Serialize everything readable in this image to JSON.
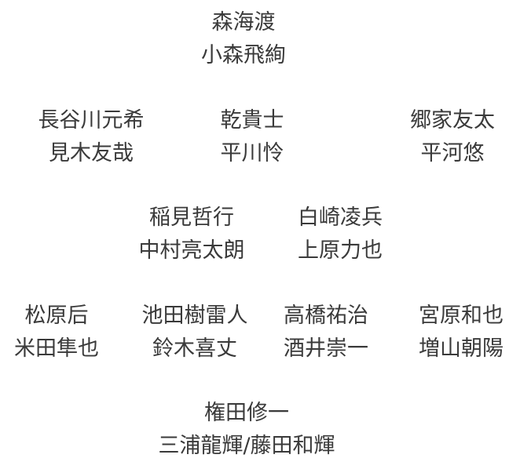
{
  "pairs": [
    {
      "id": "top",
      "role": "森海渡",
      "actor": "小森飛絢"
    },
    {
      "id": "r2a",
      "role": "長谷川元希",
      "actor": "見木友哉"
    },
    {
      "id": "r2b",
      "role": "乾貴士",
      "actor": "平川怜"
    },
    {
      "id": "r2c",
      "role": "郷家友太",
      "actor": "平河悠"
    },
    {
      "id": "r3a",
      "role": "稲見哲行",
      "actor": "中村亮太朗"
    },
    {
      "id": "r3b",
      "role": "白崎凌兵",
      "actor": "上原力也"
    },
    {
      "id": "r4a",
      "role": "松原后",
      "actor": "米田隼也"
    },
    {
      "id": "r4b",
      "role": "池田樹雷人",
      "actor": "鈴木喜丈"
    },
    {
      "id": "r4c",
      "role": "高橋祐治",
      "actor": "酒井崇一"
    },
    {
      "id": "r4d",
      "role": "宮原和也",
      "actor": "増山朝陽"
    },
    {
      "id": "bottom",
      "role": "権田修一",
      "actor": "三浦龍輝/藤田和輝"
    }
  ]
}
